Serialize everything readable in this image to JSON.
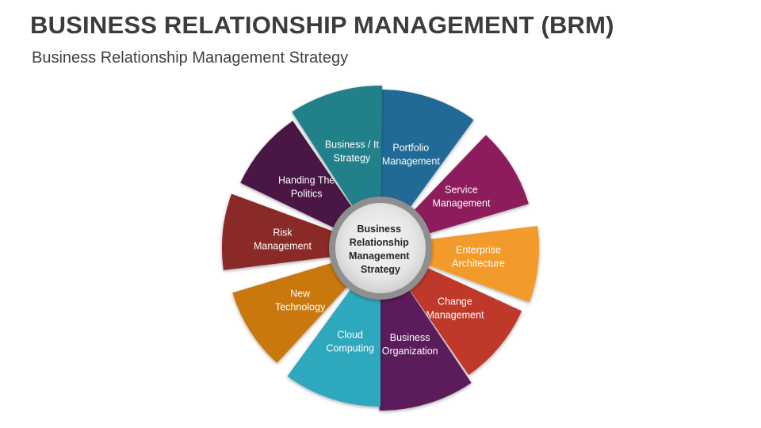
{
  "header": {
    "title": "BUSINESS RELATIONSHIP MANAGEMENT (BRM)",
    "subtitle": "Business Relationship Management Strategy"
  },
  "hub": {
    "label_lines": [
      "Business",
      "Relationship",
      "Management",
      "Strategy"
    ]
  },
  "segments": [
    {
      "id": "portfolio-management",
      "lines": [
        "Portfolio",
        "Management"
      ],
      "color": "#246b96"
    },
    {
      "id": "service-management",
      "lines": [
        "Service",
        "Management"
      ],
      "color": "#8c1a5c"
    },
    {
      "id": "enterprise-architecture",
      "lines": [
        "Enterprise",
        "Architecture"
      ],
      "color": "#f29a2a"
    },
    {
      "id": "change-management",
      "lines": [
        "Change",
        "Management"
      ],
      "color": "#c0392b"
    },
    {
      "id": "business-organization",
      "lines": [
        "Business",
        "Organization"
      ],
      "color": "#5a1a5a"
    },
    {
      "id": "cloud-computing",
      "lines": [
        "Cloud",
        "Computing"
      ],
      "color": "#2fa8bd"
    },
    {
      "id": "new-technology",
      "lines": [
        "New",
        "Technology"
      ],
      "color": "#c8780e"
    },
    {
      "id": "risk-management",
      "lines": [
        "Risk",
        "Management"
      ],
      "color": "#8a2a25"
    },
    {
      "id": "handing-the-politics",
      "lines": [
        "Handing The",
        "Politics"
      ],
      "color": "#4a1845"
    },
    {
      "id": "business-it-strategy",
      "lines": [
        "Business / It",
        "Strategy"
      ],
      "color": "#22808a"
    }
  ]
}
